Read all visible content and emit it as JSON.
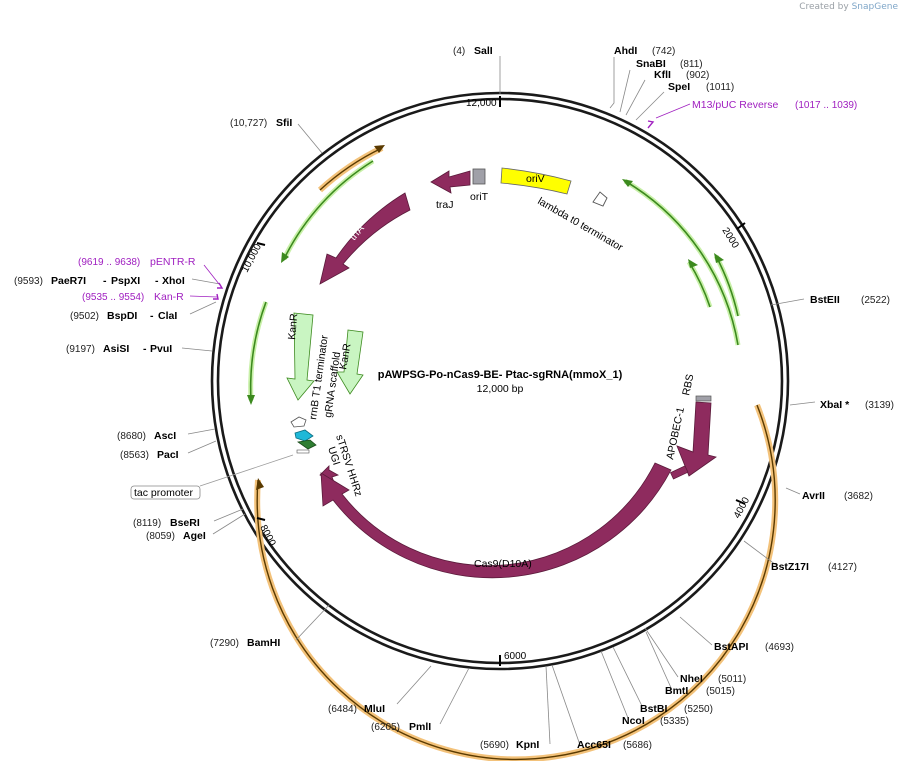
{
  "credit": {
    "prefix": "Created by",
    "brand": "SnapGene"
  },
  "plasmid": {
    "name": "pAWPSG-Po-nCas9-BE- Ptac-sgRNA(mmoX_1)",
    "size": "12,000 bp"
  },
  "ticks": [
    "12,000",
    "2000",
    "4000",
    "6000",
    "8000",
    "10,000"
  ],
  "sites": [
    {
      "name": "SalI",
      "pos": "(4)"
    },
    {
      "name": "AhdI",
      "pos": "(742)"
    },
    {
      "name": "SnaBI",
      "pos": "(811)"
    },
    {
      "name": "KflI",
      "pos": "(902)"
    },
    {
      "name": "SpeI",
      "pos": "(1011)"
    },
    {
      "name": "BstEII",
      "pos": "(2522)"
    },
    {
      "name": "XbaI *",
      "pos": "(3139)"
    },
    {
      "name": "AvrII",
      "pos": "(3682)"
    },
    {
      "name": "BstZ17I",
      "pos": "(4127)"
    },
    {
      "name": "BstAPI",
      "pos": "(4693)"
    },
    {
      "name": "NheI",
      "pos": "(5011)"
    },
    {
      "name": "BmtI",
      "pos": "(5015)"
    },
    {
      "name": "BstBI",
      "pos": "(5250)"
    },
    {
      "name": "NcoI",
      "pos": "(5335)"
    },
    {
      "name": "Acc65I",
      "pos": "(5686)"
    },
    {
      "name": "KpnI",
      "pos": "(5690)"
    },
    {
      "name": "PmlI",
      "pos": "(6205)"
    },
    {
      "name": "MluI",
      "pos": "(6484)"
    },
    {
      "name": "BamHI",
      "pos": "(7290)"
    },
    {
      "name": "AgeI",
      "pos": "(8059)"
    },
    {
      "name": "BseRI",
      "pos": "(8119)"
    },
    {
      "name": "PacI",
      "pos": "(8563)"
    },
    {
      "name": "AscI",
      "pos": "(8680)"
    },
    {
      "name": "AsiSI",
      "pos": "(9197)"
    },
    {
      "name": "PvuI",
      "pos": ""
    },
    {
      "name": "BspDI",
      "pos": "(9502)"
    },
    {
      "name": "ClaI",
      "pos": ""
    },
    {
      "name": "PaeR7I",
      "pos": "(9593)"
    },
    {
      "name": "PspXI",
      "pos": ""
    },
    {
      "name": "XhoI",
      "pos": ""
    },
    {
      "name": "SfiI",
      "pos": "(10,727)"
    }
  ],
  "primers": [
    {
      "name": "M13/pUC Reverse",
      "range": "(1017 .. 1039)"
    },
    {
      "name": "pENTR-R",
      "range": "(9619 .. 9638)"
    },
    {
      "name": "Kan-R",
      "range": "(9535 .. 9554)"
    }
  ],
  "features": {
    "oriV": "oriV",
    "oriT": "oriT",
    "traJ": "traJ",
    "trfA": "trfA",
    "lambda": "lambda t0 terminator",
    "rbs": "RBS",
    "apobec": "APOBEC-1",
    "cas9": "Cas9(D10A)",
    "kanr1": "KanR",
    "kanr2": "KanR",
    "rrnb": "rrnB T1 terminator",
    "grna": "gRNA scaffold",
    "strsv": "sTRSV HHRz",
    "ugi": "UGI",
    "tac": "tac promoter"
  },
  "colors": {
    "backbone": "#1a1a1a",
    "cds": "#8e2b5e",
    "ori": "#ffff00",
    "green_arrow": "#3c8a1e",
    "orange_halo": "#f0b860",
    "primer": "#a020c0",
    "misc_grey": "#a0a0a8",
    "promoter": "#1fb8d8",
    "terminator": "#2e7d32"
  }
}
